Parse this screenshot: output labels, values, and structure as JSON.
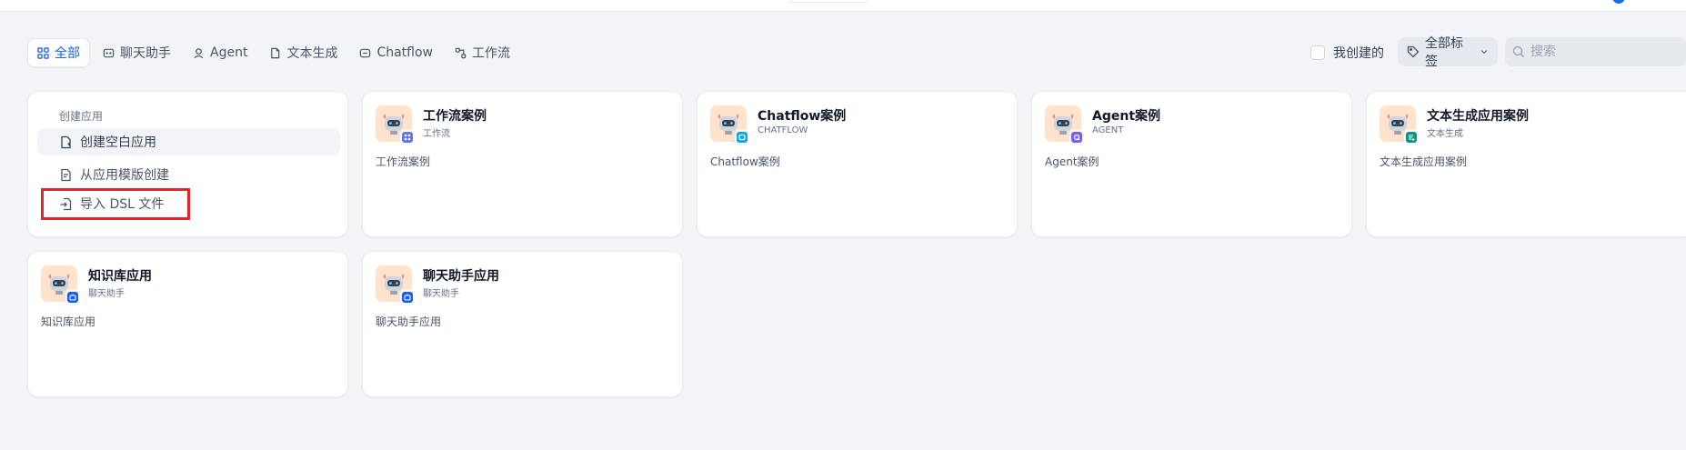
{
  "filters": {
    "tabs": [
      {
        "label": "全部",
        "icon": "grid-icon",
        "active": true
      },
      {
        "label": "聊天助手",
        "icon": "chat-bot-icon"
      },
      {
        "label": "Agent",
        "icon": "agent-icon"
      },
      {
        "label": "文本生成",
        "icon": "document-icon"
      },
      {
        "label": "Chatflow",
        "icon": "chatflow-icon"
      },
      {
        "label": "工作流",
        "icon": "workflow-icon"
      }
    ],
    "mine_label": "我创建的",
    "tags_label": "全部标签",
    "search_placeholder": "搜索"
  },
  "create": {
    "title": "创建应用",
    "blank": "创建空白应用",
    "template": "从应用模版创建",
    "import_dsl": "导入 DSL 文件"
  },
  "apps": [
    {
      "name": "工作流案例",
      "type": "工作流",
      "desc": "工作流案例",
      "badge_color": "#6172f3",
      "badge_icon": "workflow-icon"
    },
    {
      "name": "Chatflow案例",
      "type": "CHATFLOW",
      "desc": "Chatflow案例",
      "badge_color": "#0ba5ec",
      "badge_icon": "chatflow-icon"
    },
    {
      "name": "Agent案例",
      "type": "AGENT",
      "desc": "Agent案例",
      "badge_color": "#7a5af8",
      "badge_icon": "agent-icon"
    },
    {
      "name": "文本生成应用案例",
      "type": "文本生成",
      "desc": "文本生成应用案例",
      "badge_color": "#0e9384",
      "badge_icon": "document-icon"
    },
    {
      "name": "知识库应用",
      "type": "聊天助手",
      "desc": "知识库应用",
      "badge_color": "#155eef",
      "badge_icon": "chat-bot-icon"
    },
    {
      "name": "聊天助手应用",
      "type": "聊天助手",
      "desc": "聊天助手应用",
      "badge_color": "#155eef",
      "badge_icon": "chat-bot-icon"
    }
  ],
  "colors": {
    "accent": "#155eef",
    "highlight": "#e3242b",
    "icon_bg": "#ffe3cc"
  }
}
